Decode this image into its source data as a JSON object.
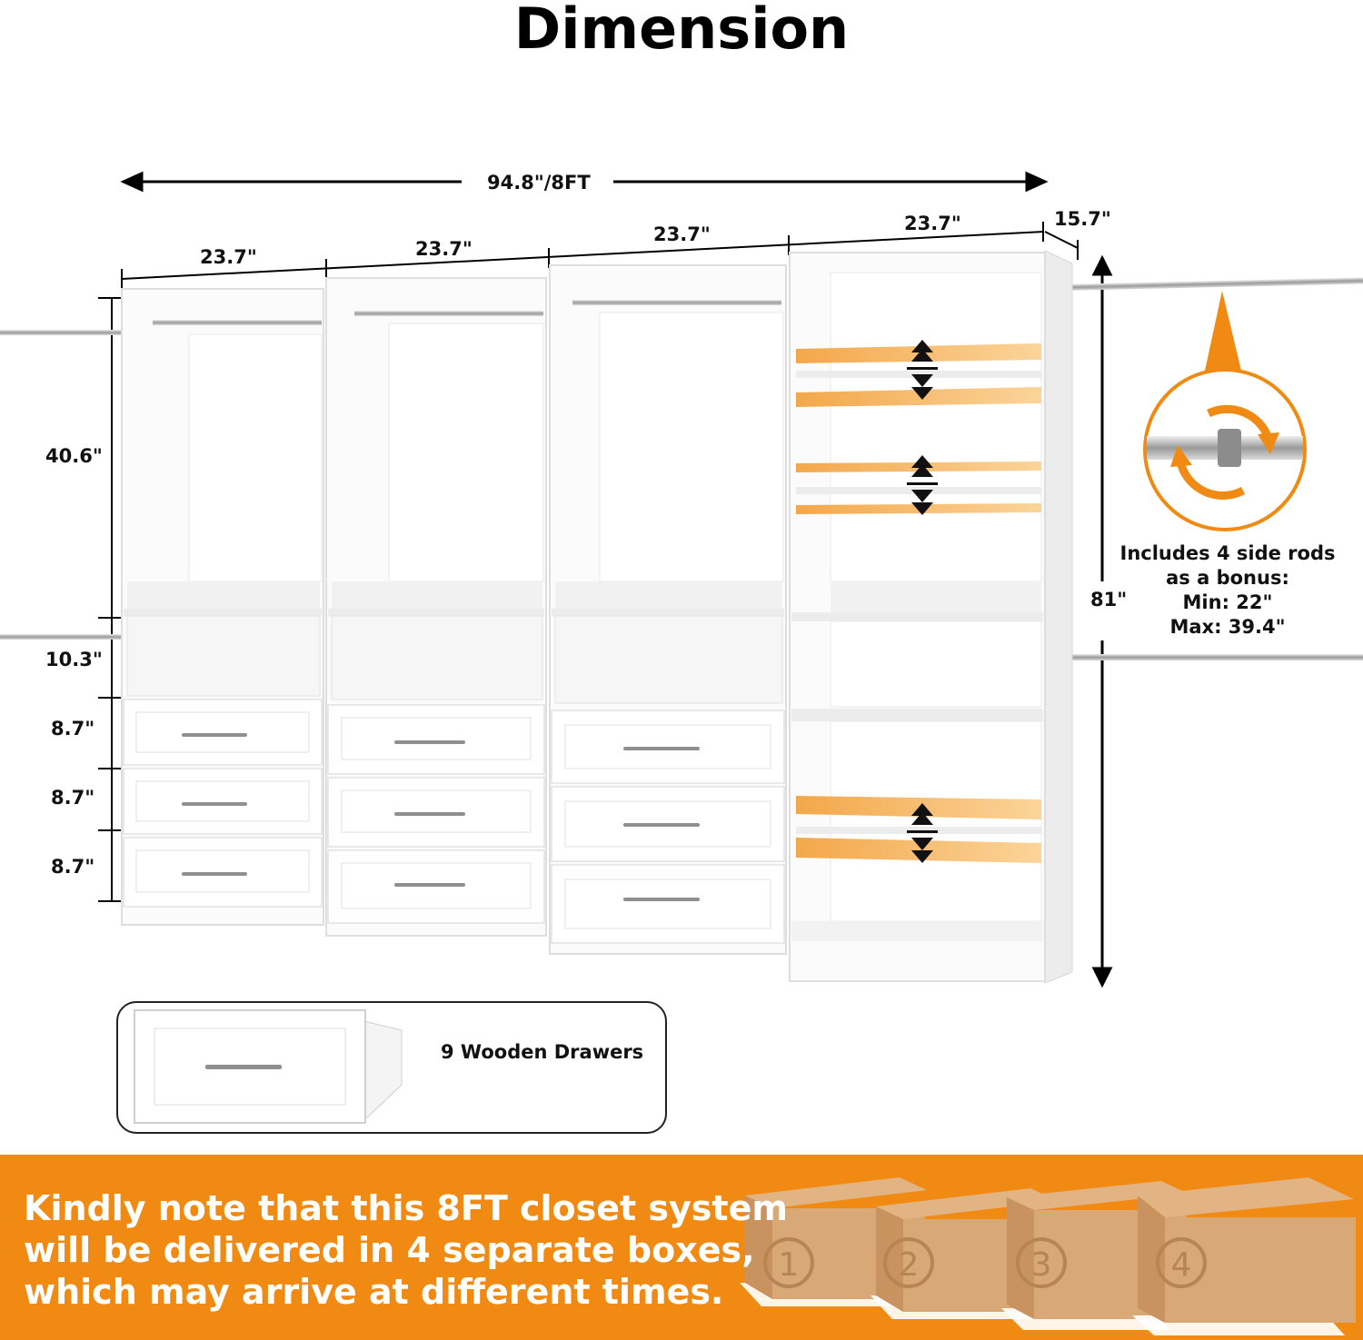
{
  "title": "Dimension",
  "dimensions": {
    "total_width": "94.8\"/8FT",
    "unit_widths": [
      "23.7\"",
      "23.7\"",
      "23.7\"",
      "23.7\""
    ],
    "depth": "15.7\"",
    "height": "81\"",
    "hanging_section": "40.6\"",
    "open_shelf": "10.3\"",
    "drawer_heights": [
      "8.7\"",
      "8.7\"",
      "8.7\""
    ]
  },
  "rod_callout": {
    "lines": [
      "Includes 4 side rods",
      "as a bonus:",
      "Min: 22\"",
      "Max: 39.4\""
    ]
  },
  "drawer_feature": {
    "label": "9 Wooden Drawers"
  },
  "footer": {
    "lines": [
      "Kindly note that this 8FT closet system",
      "will be delivered in 4 separate boxes,",
      "which may arrive at different times."
    ],
    "box_numbers": [
      "1",
      "2",
      "3",
      "4"
    ]
  },
  "colors": {
    "accent_orange": "#f08a12",
    "shelf_highlight": "#f6b45a",
    "box_cardboard": "#d9a877"
  }
}
